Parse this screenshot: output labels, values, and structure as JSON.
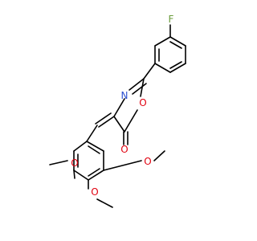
{
  "atoms": {
    "F": "F",
    "N": "N",
    "O_ring": "O",
    "O_carbonyl": "O",
    "O_meo1": "O",
    "O_meo2": "O",
    "O_meo3": "O"
  },
  "colors": {
    "F": "#6a9b3a",
    "N": "#2a4fd0",
    "O": "#e0000f",
    "bond": "#000000",
    "background": "#ffffff"
  }
}
